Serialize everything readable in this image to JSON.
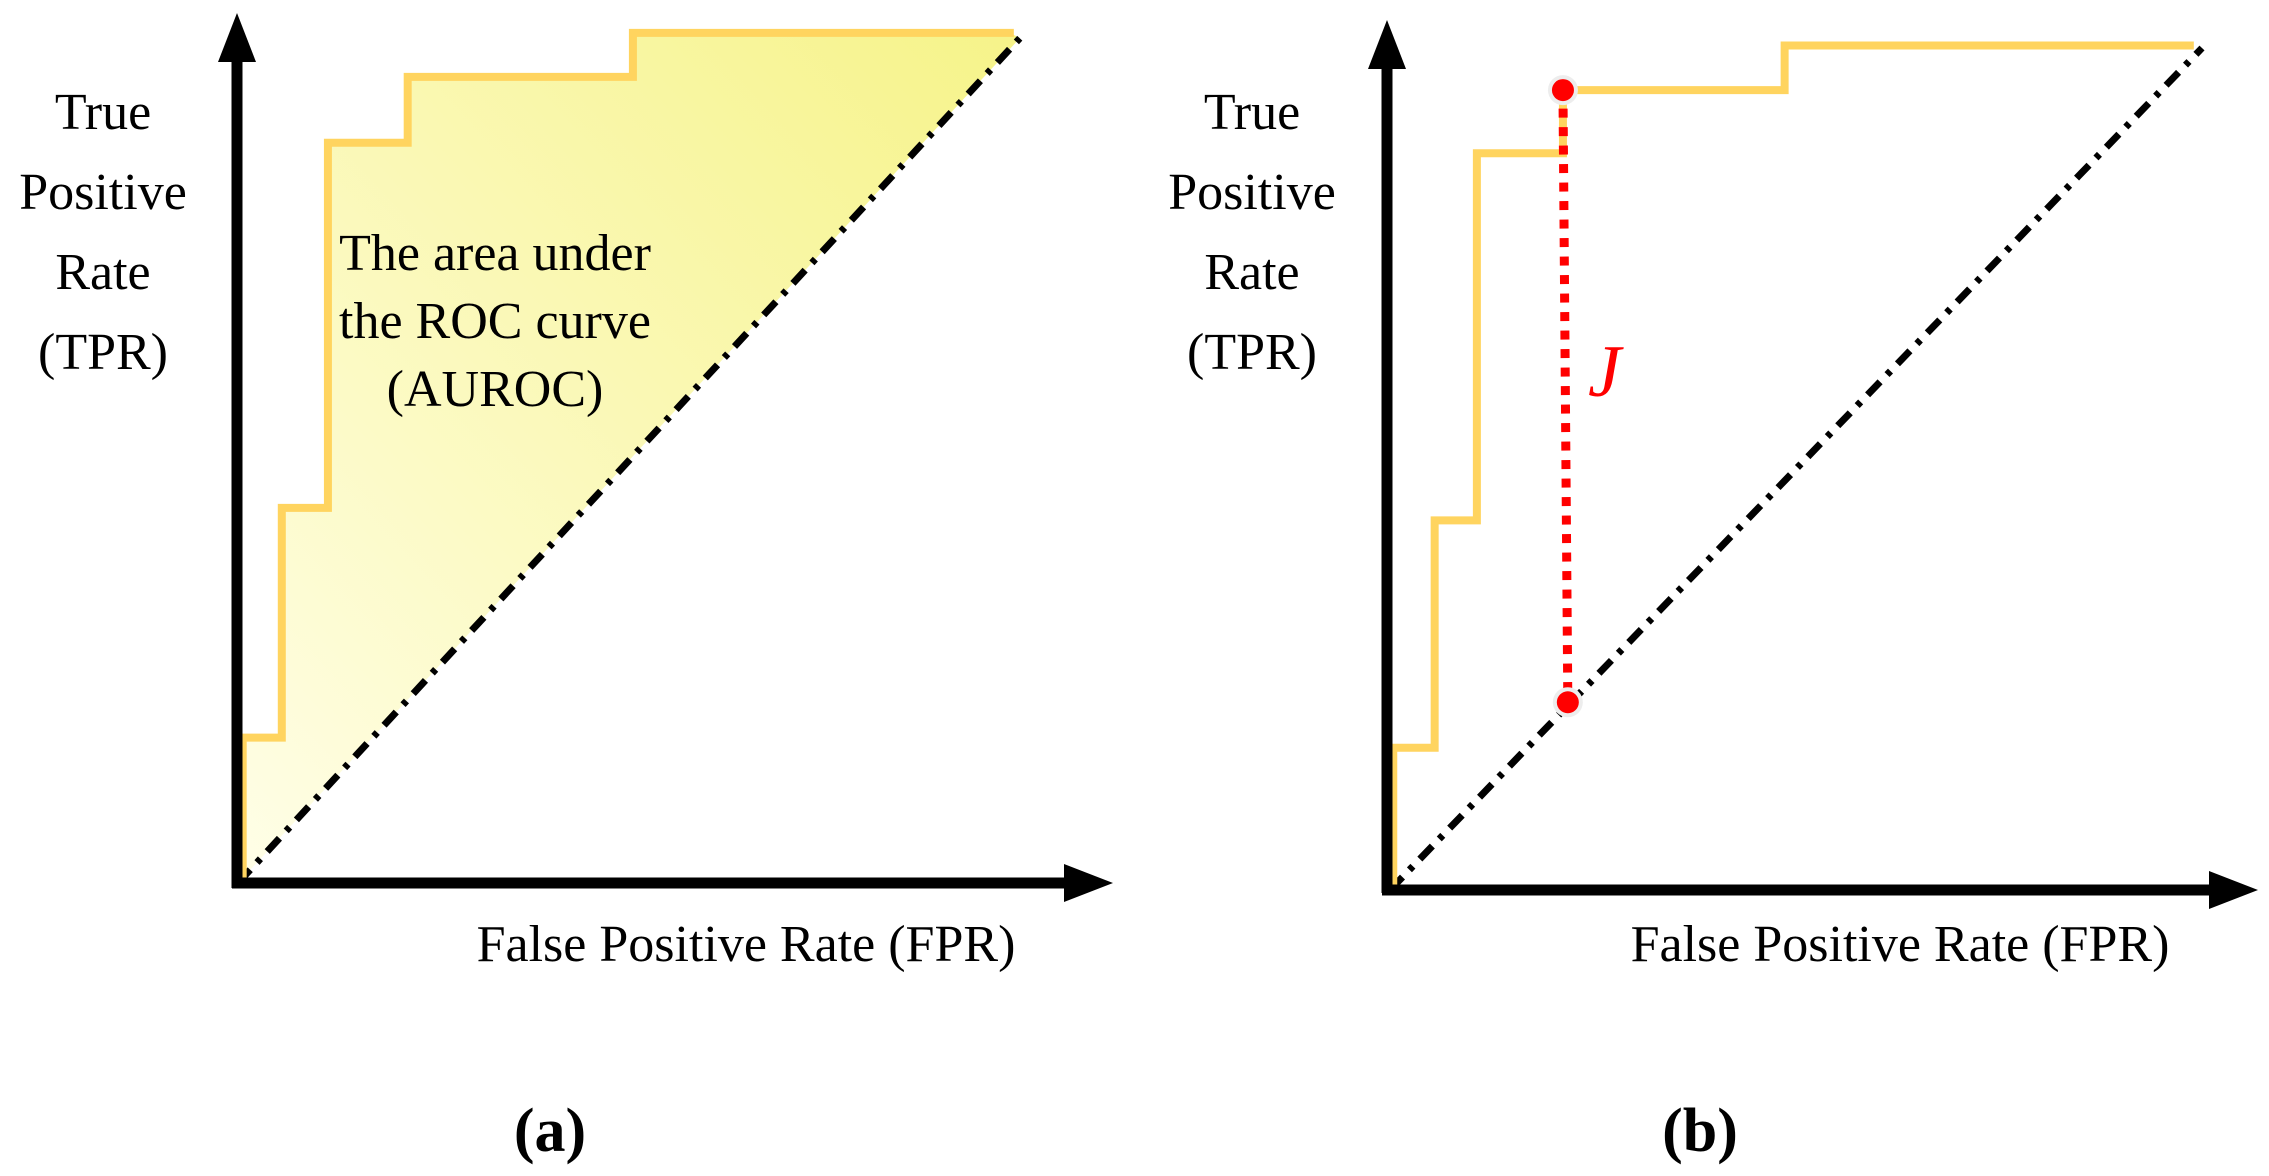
{
  "figure": {
    "background": "#FFFFFF",
    "panels": {
      "a": {
        "caption": "(a)",
        "y_axis_label_lines": [
          "True",
          "Positive",
          "Rate",
          "(TPR)"
        ],
        "x_axis_label": "False Positive Rate (FPR)",
        "area_annotation_lines": [
          "The area under",
          "the ROC curve",
          "(AUROC)"
        ]
      },
      "b": {
        "caption": "(b)",
        "y_axis_label_lines": [
          "True",
          "Positive",
          "Rate",
          "(TPR)"
        ],
        "x_axis_label": "False Positive Rate (FPR)",
        "youden_label": "J"
      }
    },
    "colors": {
      "roc_curve": "#FFD45F",
      "auroc_fill_light": "#FFFEE8",
      "auroc_fill_dark": "#F6F389",
      "chance_line": "#000000",
      "axis": "#000000",
      "youden_red": "#FF0000",
      "dot_halo": "#EDEDED"
    }
  },
  "chart_data": [
    {
      "type": "line",
      "step": true,
      "panel": "a",
      "title": "",
      "xlabel": "False Positive Rate (FPR)",
      "ylabel": "True Positive Rate (TPR)",
      "xlim": [
        0,
        1
      ],
      "ylim": [
        0,
        1
      ],
      "grid": false,
      "legend": "none",
      "annotation": "The area under the ROC curve (AUROC)",
      "series": [
        {
          "name": "ROC curve",
          "color": "#FFD45F",
          "points": [
            [
              0.006,
              0.0
            ],
            [
              0.006,
              0.172
            ],
            [
              0.056,
              0.172
            ],
            [
              0.056,
              0.444
            ],
            [
              0.115,
              0.444
            ],
            [
              0.115,
              0.876
            ],
            [
              0.217,
              0.876
            ],
            [
              0.217,
              0.954
            ],
            [
              0.505,
              0.954
            ],
            [
              0.505,
              1.006
            ],
            [
              0.987,
              1.006
            ]
          ]
        }
      ],
      "diagonal": [
        [
          0.0,
          0.0
        ],
        [
          1.0,
          1.0
        ]
      ],
      "fill_under_curve_to_diagonal": true,
      "fill_close": [
        [
          1.0,
          1.0
        ],
        [
          0.0,
          0.0
        ]
      ]
    },
    {
      "type": "line",
      "step": true,
      "panel": "b",
      "title": "",
      "xlabel": "False Positive Rate (FPR)",
      "ylabel": "True Positive Rate (TPR)",
      "xlim": [
        0,
        1
      ],
      "ylim": [
        0,
        1
      ],
      "grid": false,
      "legend": "none",
      "annotation": "J",
      "series": [
        {
          "name": "ROC curve",
          "color": "#FFD45F",
          "points": [
            [
              0.004,
              0.002
            ],
            [
              0.004,
              0.169
            ],
            [
              0.055,
              0.169
            ],
            [
              0.055,
              0.439
            ],
            [
              0.107,
              0.439
            ],
            [
              0.107,
              0.875
            ],
            [
              0.213,
              0.875
            ],
            [
              0.213,
              0.95
            ],
            [
              0.486,
              0.95
            ],
            [
              0.486,
              1.003
            ],
            [
              0.985,
              1.003
            ]
          ]
        }
      ],
      "diagonal": [
        [
          0.0,
          0.0
        ],
        [
          1.0,
          1.0
        ]
      ],
      "fill_under_curve_to_diagonal": false,
      "youden": {
        "label": "J",
        "top": [
          0.213,
          0.95
        ],
        "bottom": [
          0.219,
          0.223
        ]
      }
    }
  ]
}
